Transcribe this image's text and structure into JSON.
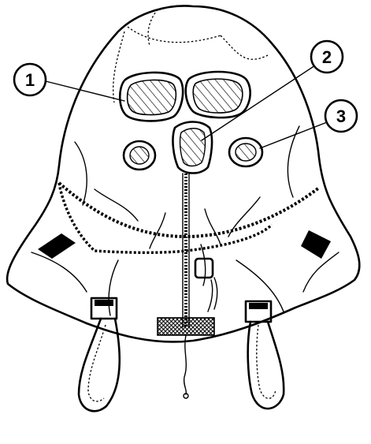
{
  "figure": {
    "callouts": [
      {
        "label": "1",
        "target": "eyepiece-lens"
      },
      {
        "label": "2",
        "target": "nose-cup"
      },
      {
        "label": "3",
        "target": "voice-emitter-port"
      }
    ]
  },
  "colors": {
    "ink": "#000000",
    "background": "#ffffff"
  }
}
